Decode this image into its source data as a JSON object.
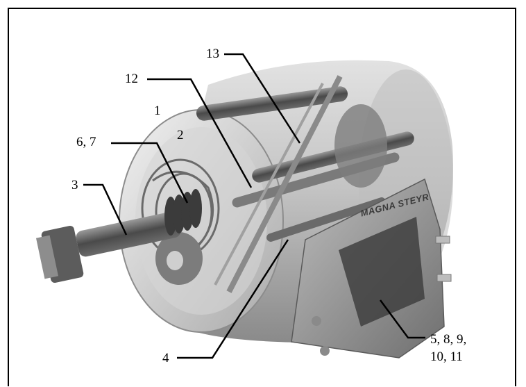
{
  "figure": {
    "brand_text": "MAGNA STEYR",
    "labels": {
      "l1": "1",
      "l2": "2",
      "l3": "3",
      "l4": "4",
      "l5": "5, 8, 9,",
      "l5b": "10, 11",
      "l6": "6, 7",
      "l12": "12",
      "l13": "13"
    }
  },
  "colors": {
    "frame": "#000000",
    "tank_shell": "#bdbdbd",
    "tank_dark": "#6e6e6e",
    "leader": "#000000"
  }
}
